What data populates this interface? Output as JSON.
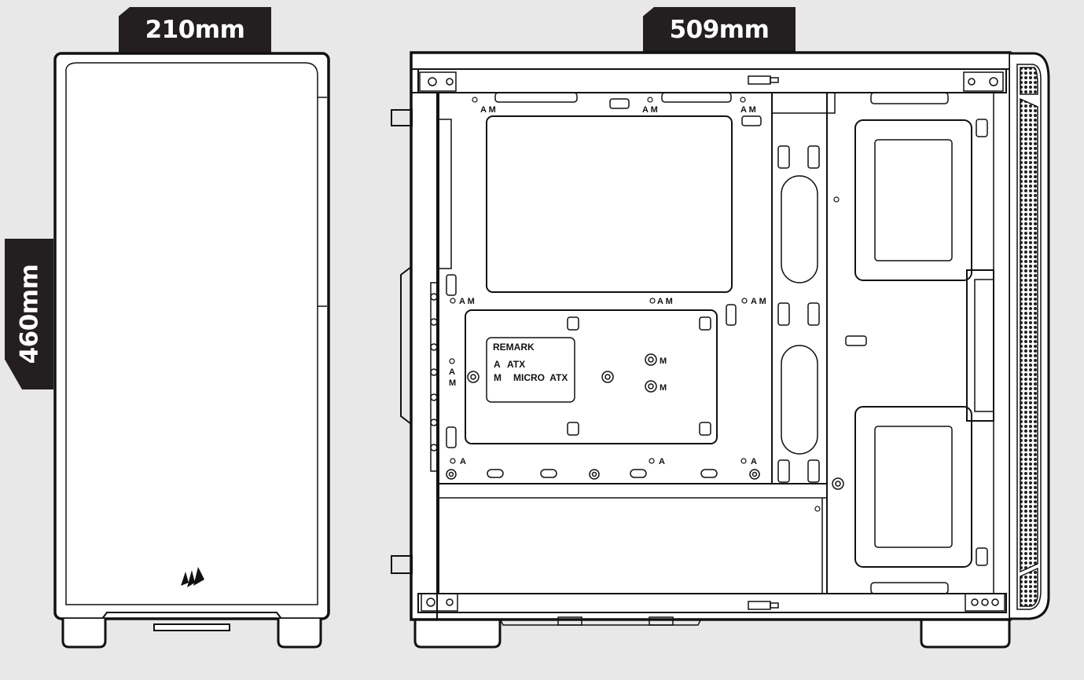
{
  "dimensions": {
    "width": "210mm",
    "depth": "509mm",
    "height": "460mm"
  },
  "remark_box": {
    "title": "REMARK",
    "line1_code": "A",
    "line1_text": "ATX",
    "line2_code": "M",
    "line2_text": "MICRO  ATX"
  },
  "mount_labels": {
    "am": "A M",
    "a": "A",
    "m": "M"
  },
  "logo": "sail-logo"
}
